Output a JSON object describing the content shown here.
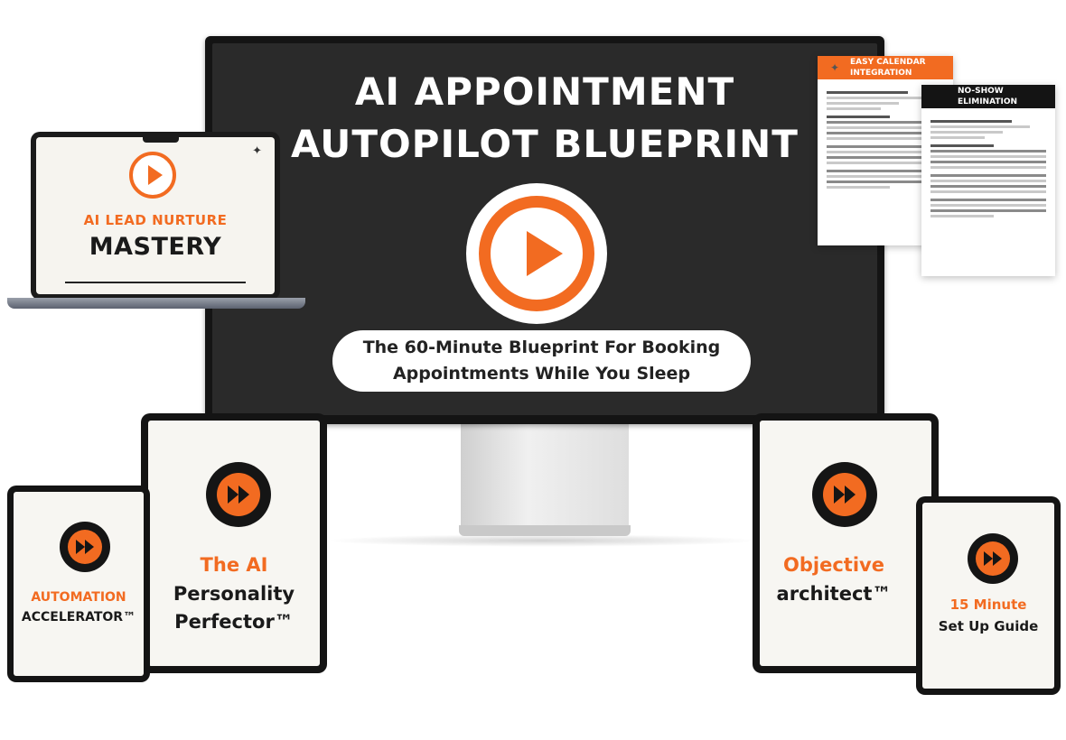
{
  "monitor": {
    "title_line1": "AI APPOINTMENT",
    "title_line2": "AUTOPILOT BLUEPRINT",
    "subtitle_line1": "The 60-Minute Blueprint For Booking",
    "subtitle_line2": "Appointments While You Sleep"
  },
  "laptop": {
    "label_line1": "AI LEAD NURTURE",
    "label_line2": "MASTERY"
  },
  "docs": {
    "doc1_title_line1": "EASY CALENDAR",
    "doc1_title_line2": "INTEGRATION",
    "doc2_title_line1": "NO-SHOW",
    "doc2_title_line2": "ELIMINATION"
  },
  "tablets": {
    "automation": {
      "line1": "AUTOMATION",
      "line2": "ACCELERATOR™"
    },
    "personality": {
      "line1": "The AI",
      "line2": "Personality",
      "line3": "Perfector™"
    },
    "objective": {
      "line1": "Objective",
      "line2": "architect™"
    },
    "setup": {
      "line1": "15 Minute",
      "line2": "Set Up Guide"
    }
  },
  "colors": {
    "accent": "#f26b21",
    "dark": "#141414"
  },
  "icons": [
    "play-icon",
    "fast-forward-icon",
    "sparkle-icon"
  ]
}
